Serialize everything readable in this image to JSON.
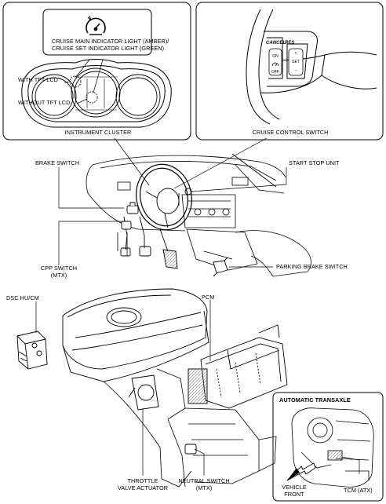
{
  "cluster_box": {
    "indicator_label_1": "CRUISE MAIN INDICATOR LIGHT (AMBER)/",
    "indicator_label_2": "CRUISE SET INDICATOR LIGHT (GREEN)",
    "with_tft": "WITH TFT LCD",
    "without_tft": "WITHOUT TFT LCD",
    "caption": "INSTRUMENT CLUSTER"
  },
  "switch_box": {
    "btn_cancel": "CANCEL",
    "btn_res": "RES",
    "btn_on": "ON",
    "btn_off": "OFF",
    "btn_plus": "+",
    "btn_set": "SET",
    "btn_minus": "−",
    "caption": "CRUISE CONTROL SWITCH"
  },
  "cabin": {
    "brake_switch": "BRAKE SWITCH",
    "start_stop": "START STOP UNIT",
    "cpp_1": "CPP SWITCH",
    "cpp_2": "(MTX)",
    "parking_brake": "PARKING BRAKE SWITCH"
  },
  "engine": {
    "dsc": "DSC HU/CM",
    "pcm": "PCM",
    "throttle_1": "THROTTLE",
    "throttle_2": "VALVE ACTUATOR",
    "neutral_1": "NEUTRAL SWITCH",
    "neutral_2": "(MTX)"
  },
  "atx_box": {
    "title": "AUTOMATIC TRANSAXLE",
    "vehicle_front_1": "VEHICLE",
    "vehicle_front_2": "FRONT",
    "tcm": "TCM (ATX)"
  }
}
